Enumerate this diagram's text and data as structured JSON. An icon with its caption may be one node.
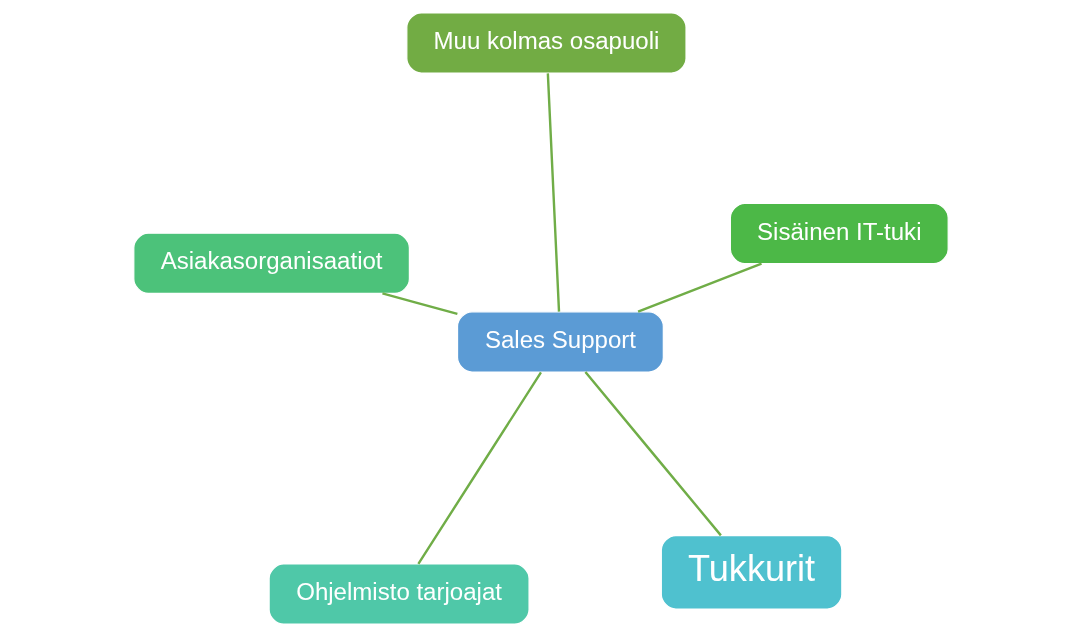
{
  "diagram": {
    "nodes": [
      {
        "text": [
          "Sales Support"
        ]
      },
      {
        "text": [
          "Tukkurit"
        ]
      },
      {
        "text": [
          "Ohjelmisto tarjoajat"
        ]
      },
      {
        "text": [
          "Asiakasorganisaatiot"
        ]
      },
      {
        "text": [
          "Sisäinen IT-tuki"
        ]
      },
      {
        "text": [
          "Muu kolmas osapuoli"
        ]
      }
    ],
    "edges": [
      {
        "from": 0,
        "to": 1,
        "arrow": "none"
      },
      {
        "from": 0,
        "to": 2,
        "arrow": "none"
      },
      {
        "from": 0,
        "to": 3,
        "arrow": "none"
      },
      {
        "from": 0,
        "to": 4,
        "arrow": "none"
      },
      {
        "from": 0,
        "to": 5,
        "arrow": "none"
      }
    ]
  }
}
